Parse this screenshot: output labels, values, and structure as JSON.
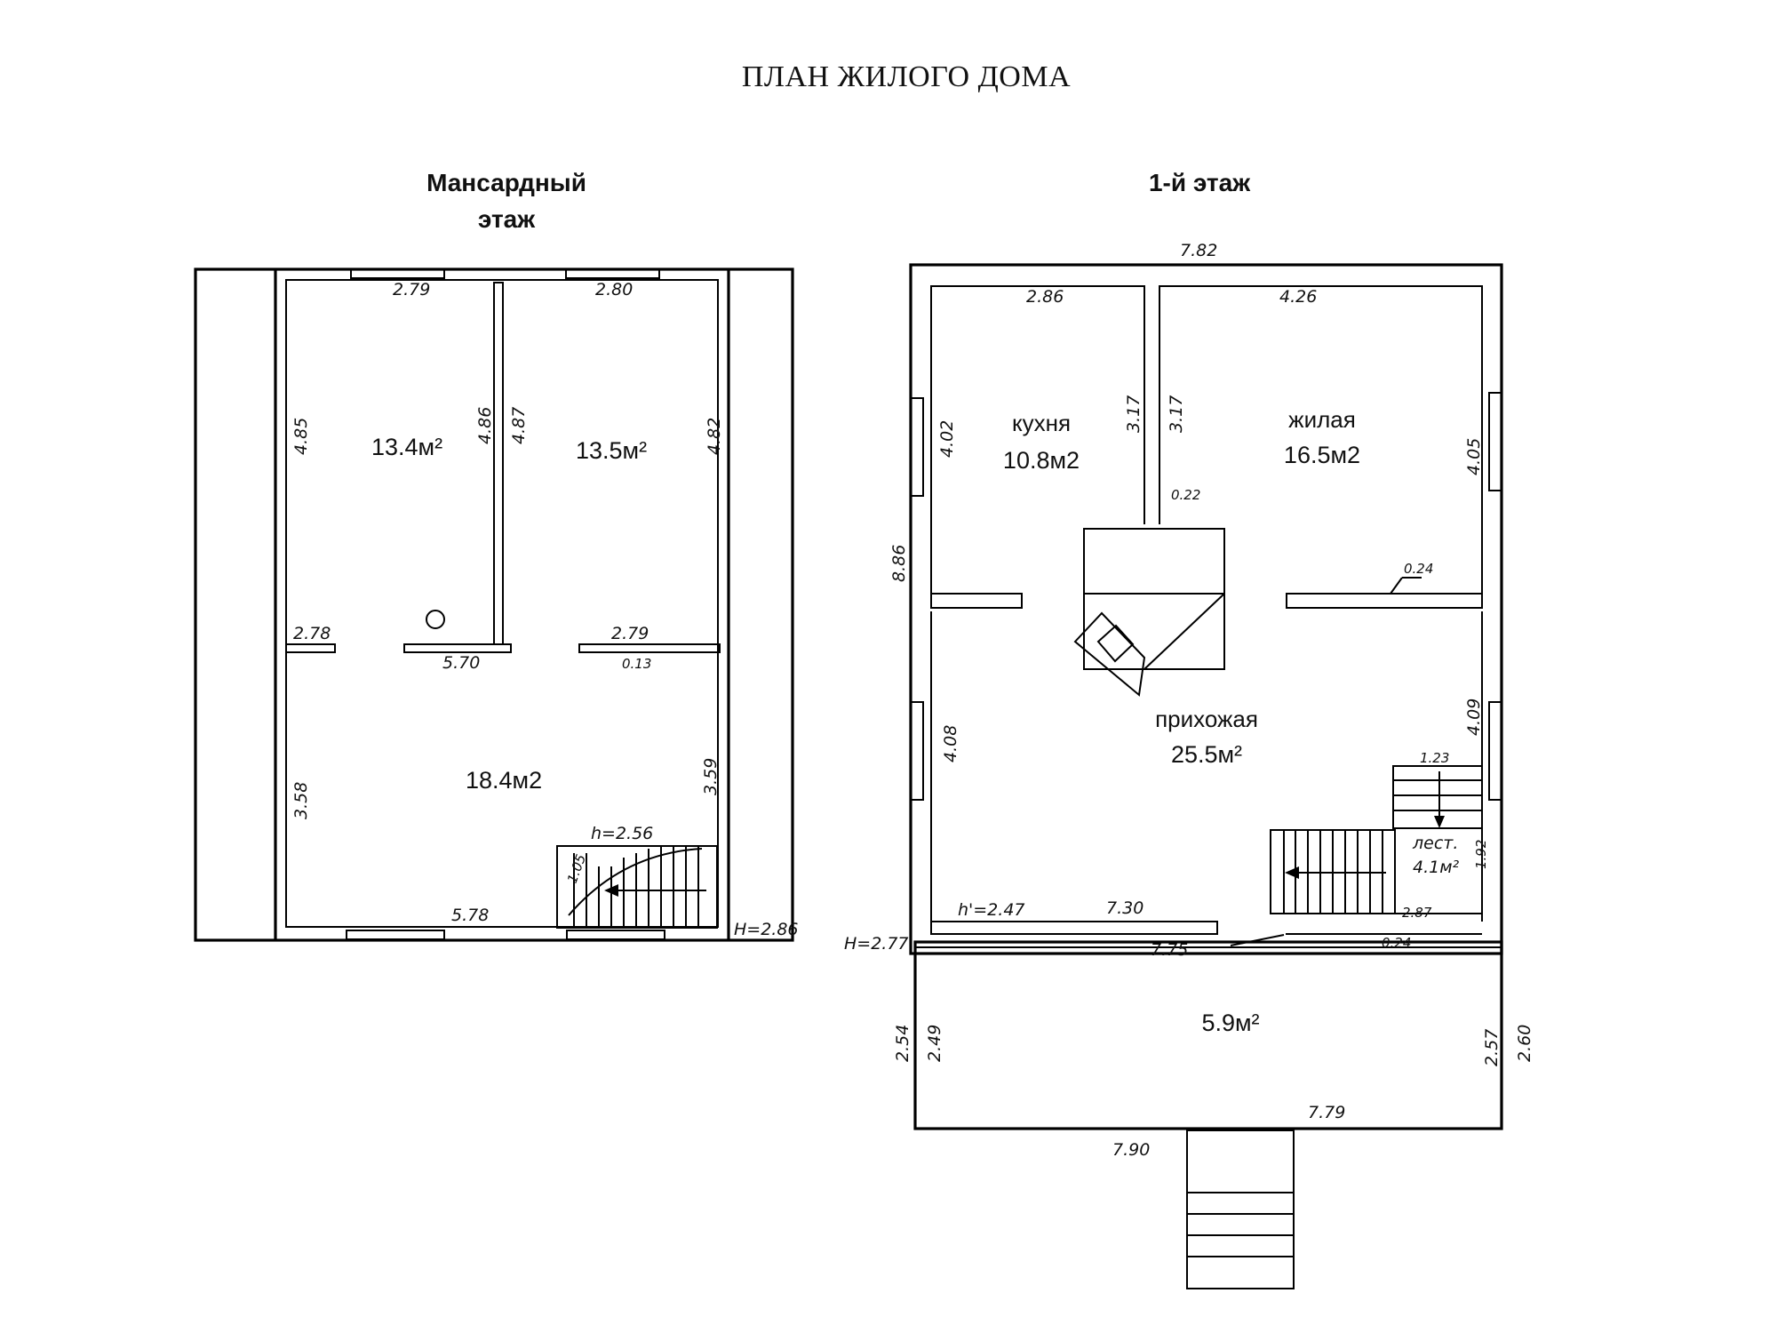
{
  "title": "ПЛАН ЖИЛОГО ДОМА",
  "attic": {
    "label_line1": "Мансардный",
    "label_line2": "этаж",
    "areas": [
      "13.4м²",
      "13.5м²",
      "18.4м2"
    ],
    "dims": [
      "2.79",
      "2.80",
      "4.85",
      "4.86",
      "4.87",
      "4.82",
      "2.78",
      "5.70",
      "2.79",
      "0.13",
      "3.58",
      "3.59",
      "h=2.56",
      "1.05",
      "5.78",
      "H=2.86"
    ]
  },
  "ground": {
    "label": "1-й этаж",
    "rooms": [
      {
        "name": "кухня",
        "area": "10.8м2"
      },
      {
        "name": "жилая",
        "area": "16.5м2"
      },
      {
        "name": "прихожая",
        "area": "25.5м²"
      },
      {
        "name": "",
        "area": "5.9м²"
      }
    ],
    "closet": {
      "name": "лест.",
      "area": "4.1м²"
    },
    "dims": [
      "7.82",
      "2.86",
      "4.26",
      "4.02",
      "3.17",
      "3.17",
      "4.05",
      "0.22",
      "8.86",
      "0.24",
      "4.08",
      "4.09",
      "1.23",
      "1.92",
      "h'=2.47",
      "7.30",
      "2.87",
      "H=2.77",
      "7.75",
      "0.24",
      "2.54",
      "2.49",
      "2.57",
      "2.60",
      "7.79",
      "7.90"
    ]
  }
}
